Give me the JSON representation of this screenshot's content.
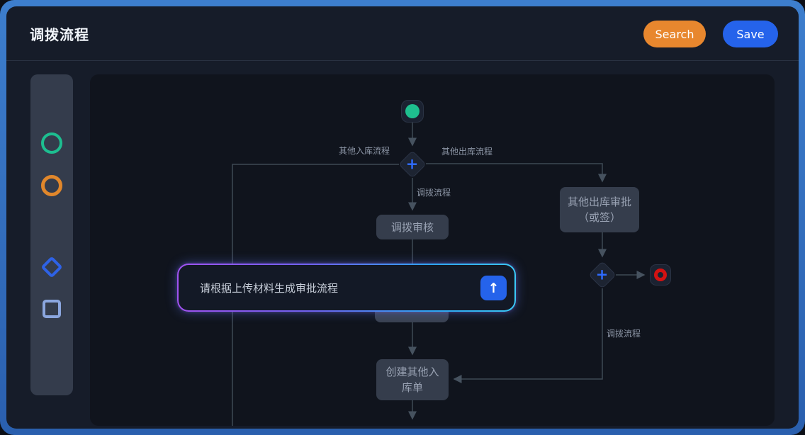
{
  "header": {
    "title": "调拨流程",
    "search_label": "Search",
    "save_label": "Save"
  },
  "palette": {
    "shapes": [
      {
        "name": "start-circle",
        "color": "#1dbe90"
      },
      {
        "name": "pending-circle",
        "color": "#e1872b"
      },
      {
        "name": "end-circle",
        "color": "#d21c1c"
      },
      {
        "name": "gateway-diamond",
        "color": "#2e62e6"
      },
      {
        "name": "task-square",
        "color": "#8ba6de"
      }
    ]
  },
  "flow": {
    "edge_labels": {
      "other_inbound": "其他入库流程",
      "other_outbound": "其他出库流程",
      "transfer_below_gateway": "调拨流程",
      "transfer_right_branch": "调拨流程"
    },
    "nodes": {
      "transfer_review": "调拨审核",
      "outbound_approval_line1": "其他出库审批",
      "outbound_approval_line2": "（或签）",
      "create_inbound_line1": "创建其他入",
      "create_inbound_line2": "库单"
    },
    "icons": {
      "plus": "+",
      "arrow_up": "↑"
    }
  },
  "overlay": {
    "prompt": "请根据上传材料生成审批流程"
  },
  "colors": {
    "window_border": "#2f6cbd",
    "window_bg": "#161c29",
    "canvas_bg": "#10141d",
    "node_bg": "#353d4c",
    "accent_orange": "#e8872e",
    "accent_blue": "#2563eb",
    "accent_green": "#1ec08f",
    "accent_red": "#d31212",
    "gateway_plus": "#2e6bff",
    "overlay_gradient_left": "#a052f0",
    "overlay_gradient_right": "#3bc8f6"
  }
}
